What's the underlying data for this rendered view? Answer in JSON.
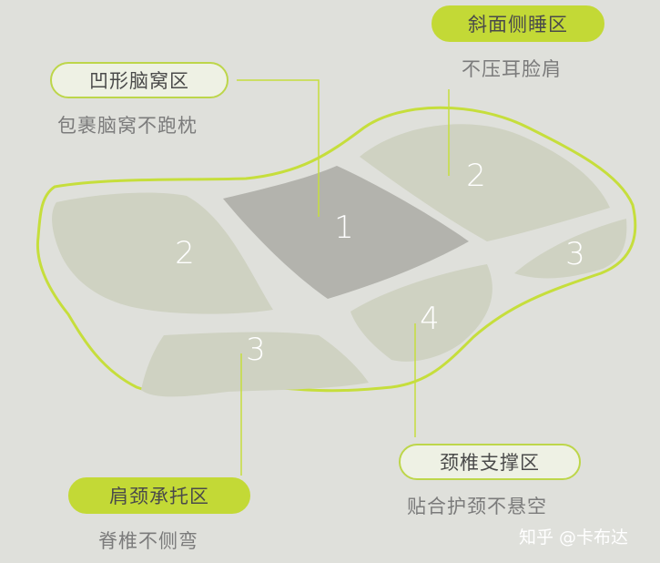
{
  "colors": {
    "background": "#dfe0db",
    "outline": "#c6de3c",
    "zone_light": "#cfd2c2",
    "zone_dark": "#b3b3ad",
    "badge_fill": "#c3d936",
    "label_text": "#4a4a4a",
    "desc_text": "#7b7b7b"
  },
  "zones": [
    {
      "number": "1",
      "shade": "dark"
    },
    {
      "number": "2",
      "shade": "light"
    },
    {
      "number": "2",
      "shade": "light"
    },
    {
      "number": "3",
      "shade": "light"
    },
    {
      "number": "3",
      "shade": "light"
    },
    {
      "number": "4",
      "shade": "light"
    }
  ],
  "callouts": {
    "recessed": {
      "title": "凹形脑窝区",
      "desc": "包裹脑窝不跑枕",
      "style": "outline"
    },
    "side_sleep": {
      "title": "斜面侧睡区",
      "desc": "不压耳脸肩",
      "style": "filled"
    },
    "shoulder": {
      "title": "肩颈承托区",
      "desc": "脊椎不侧弯",
      "style": "filled"
    },
    "cervical": {
      "title": "颈椎支撑区",
      "desc": "贴合护颈不悬空",
      "style": "outline"
    }
  },
  "watermark": "知乎 @卡布达"
}
